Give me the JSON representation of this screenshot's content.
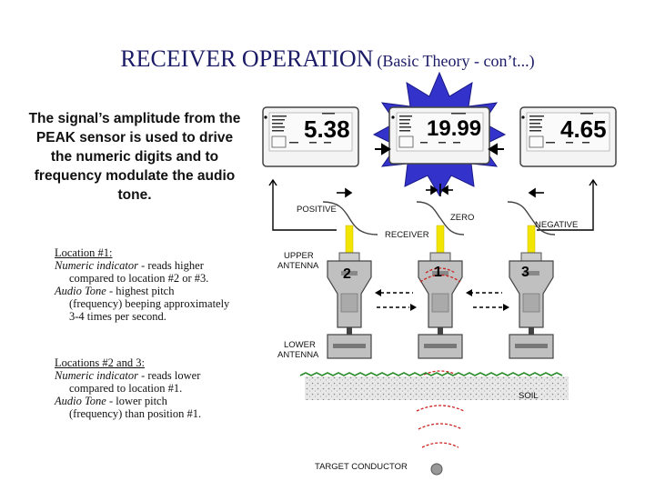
{
  "title": {
    "main": "RECEIVER OPERATION",
    "sub": "(Basic Theory - con’t...)"
  },
  "intro_text": "The signal’s amplitude from the PEAK sensor is used to drive the numeric digits and to frequency modulate the audio tone.",
  "location1": {
    "heading": "Location #1:",
    "numeric_label": "Numeric indicator",
    "numeric_text": " - reads higher",
    "numeric_cont": "compared to location #2 or #3.",
    "audio_label": "Audio Tone",
    "audio_text": " - highest pitch",
    "audio_cont": "(frequency) beeping approximately 3-4 times per second."
  },
  "location23": {
    "heading": "Locations #2 and 3:",
    "numeric_label": "Numeric indicator",
    "numeric_text": " - reads lower",
    "numeric_cont": "compared to location #1.",
    "audio_label": "Audio Tone",
    "audio_text": " - lower pitch",
    "audio_cont": "(frequency) than position #1."
  },
  "displays": {
    "left": "5.38",
    "center": "19.99",
    "right": "4.65"
  },
  "labels": {
    "positive": "POSITIVE",
    "zero": "ZERO",
    "negative": "NEGATIVE",
    "receiver": "RECEIVER",
    "upper_antenna_1": "UPPER",
    "upper_antenna_2": "ANTENNA",
    "lower_antenna_1": "LOWER",
    "lower_antenna_2": "ANTENNA",
    "soil": "SOIL",
    "target": "TARGET CONDUCTOR"
  },
  "positions": {
    "left": "2",
    "center": "1",
    "right": "3"
  },
  "colors": {
    "title": "#1a1a66",
    "burst": "#3333cc",
    "sensor": "#f2e600",
    "grass": "#2a8a2a",
    "wave": "#cc2222"
  }
}
